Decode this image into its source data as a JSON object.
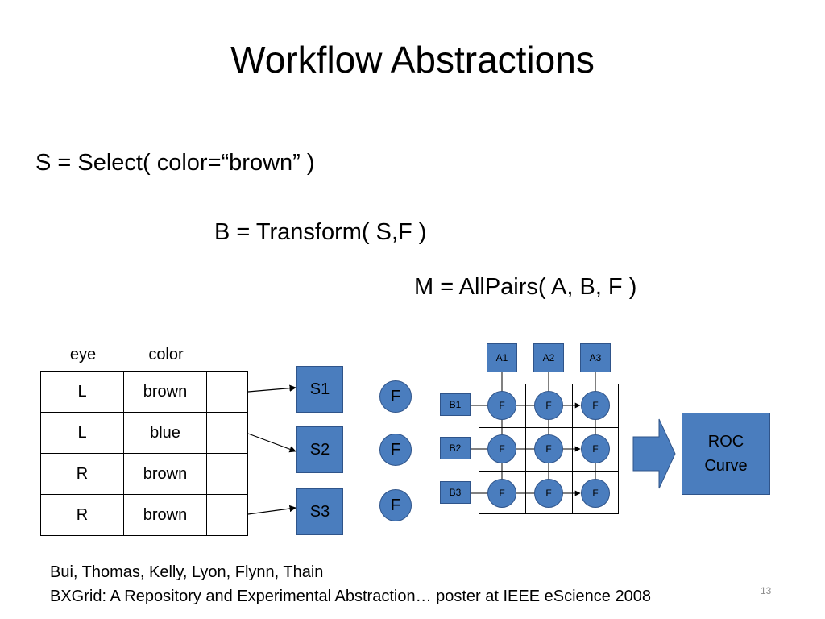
{
  "slide": {
    "title": "Workflow Abstractions",
    "formulas": [
      "S = Select( color=“brown” )",
      "B = Transform( S,F )",
      "M = AllPairs( A, B, F )"
    ],
    "table": {
      "headers": [
        "eye",
        "color"
      ],
      "rows": [
        [
          "L",
          "brown"
        ],
        [
          "L",
          "blue"
        ],
        [
          "R",
          "brown"
        ],
        [
          "R",
          "brown"
        ]
      ]
    },
    "select_outputs": [
      "S1",
      "S2",
      "S3"
    ],
    "function_label": "F",
    "transform_outputs": [
      "B1",
      "B2",
      "B3"
    ],
    "allpairs_inputs": [
      "A1",
      "A2",
      "A3"
    ],
    "result": {
      "line1": "ROC",
      "line2": "Curve"
    },
    "citation": {
      "line1": "Bui, Thomas, Kelly, Lyon, Flynn, Thain",
      "line2": "BXGrid: A Repository and Experimental Abstraction… poster at IEEE eScience 2008"
    },
    "page_number": "13"
  },
  "colors": {
    "node_fill": "#4a7dbe",
    "node_border": "#2f548a"
  }
}
